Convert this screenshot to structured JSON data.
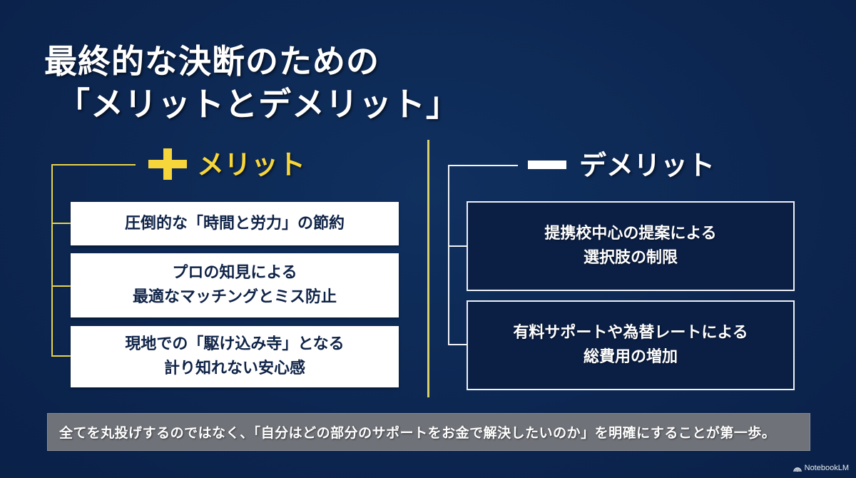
{
  "title": {
    "line1": "最終的な決断のための",
    "line2": "「メリットとデメリット」"
  },
  "merits": {
    "icon": "plus-icon",
    "heading": "メリット",
    "accent_color": "#f6d63a",
    "items": [
      {
        "text": "圧倒的な「時間と労力」の節約"
      },
      {
        "text": "プロの知見による\n最適なマッチングとミス防止"
      },
      {
        "text": "現地での「駆け込み寺」となる\n計り知れない安心感"
      }
    ]
  },
  "demerits": {
    "icon": "minus-icon",
    "heading": "デメリット",
    "items": [
      {
        "text": "提携校中心の提案による\n選択肢の制限"
      },
      {
        "text": "有料サポートや為替レートによる\n総費用の増加"
      }
    ]
  },
  "footer": {
    "text": "全てを丸投げするのではなく、「自分はどの部分のサポートをお金で解決したいのか」を明確にすることが第一歩。"
  },
  "brand": {
    "icon": "notebooklm-icon",
    "label": "NotebookLM"
  },
  "colors": {
    "background": "#0c2650",
    "merit_accent": "#f6d63a",
    "merit_box": "#ffffff",
    "demerit_box": "#0b1f45"
  }
}
